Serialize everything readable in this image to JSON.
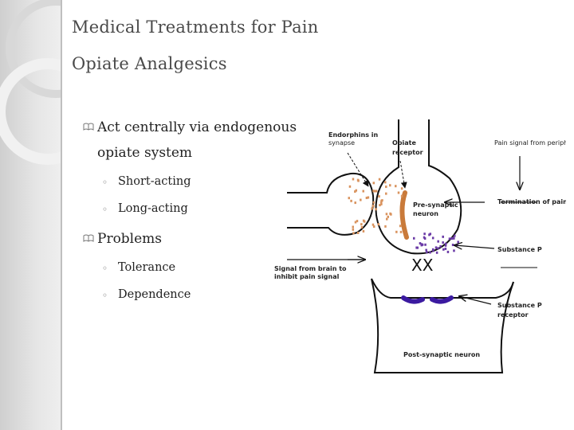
{
  "slide": {
    "title": "Medical Treatments for Pain",
    "subtitle": "Opiate Analgesics"
  },
  "bullets": [
    {
      "text_line1": "Act centrally via endogenous",
      "text_line2": "opiate system",
      "sub": [
        "Short-acting",
        "Long-acting"
      ]
    },
    {
      "text_line1": "Problems",
      "sub": [
        "Tolerance",
        "Dependence"
      ]
    }
  ],
  "diagram": {
    "labels": {
      "endorphins_line1": "Endorphins in",
      "endorphins_line2": "synapse",
      "opiate_receptor_line1": "Opiate",
      "opiate_receptor_line2": "receptor",
      "pain_signal_periphery": "Pain signal from periphery",
      "termination": "Termination of pain signal",
      "presynaptic_line1": "Pre-synaptic",
      "presynaptic_line2": "neuron",
      "substance_p": "Substance P",
      "signal_brain_line1": "Signal from brain to",
      "signal_brain_line2": "inhibit pain signal",
      "xx_mark": "XX",
      "substance_p_receptor_line1": "Substance P",
      "substance_p_receptor_line2": "receptor",
      "postsynaptic": "Post-synaptic neuron"
    },
    "colors": {
      "endorphin_dots": "#d9935e",
      "substance_p_dots": "#6a3aa6",
      "receptor_purple": "#3b1aa0"
    }
  },
  "decor": {
    "bullet_icon": "book-bullet-icon",
    "sub_bullet_icon": "ring-bullet-icon"
  }
}
